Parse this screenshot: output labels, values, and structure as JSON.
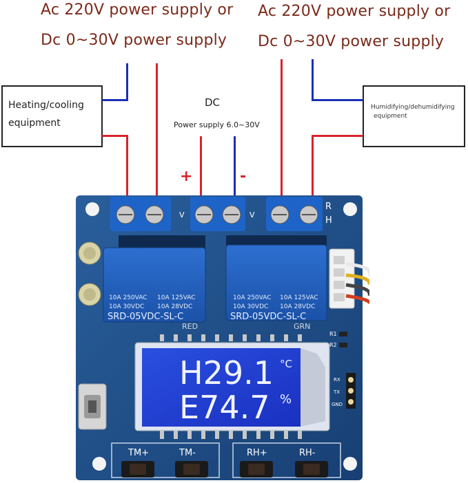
{
  "supply_left": {
    "line1": "Ac 220V power supply or",
    "line2": "Dc 0~30V power supply"
  },
  "supply_right": {
    "line1": "Ac 220V power supply or",
    "line2": "Dc 0~30V power supply"
  },
  "left_box": {
    "line1": "Heating/cooling",
    "line2": "equipment"
  },
  "right_box": {
    "line1": "Humidifying/dehumidifying",
    "line2": "equipment"
  },
  "dc": {
    "title": "DC",
    "subtitle": "Power supply 6.0~30V",
    "plus": "+",
    "minus": "-"
  },
  "board": {
    "terminal_label_1": "V",
    "terminal_label_2": "V",
    "rh_label": "R\nH",
    "relay_left": {
      "line1a": "10A 250VAC",
      "line1b": "10A 125VAC",
      "line2a": "10A 30VDC",
      "line2b": "10A 28VDC",
      "model": "SRD-05VDC-SL-C"
    },
    "relay_right": {
      "line1a": "10A 250VAC",
      "line1b": "10A 125VAC",
      "line2a": "10A 30VDC",
      "line2b": "10A 28VDC",
      "model": "SRD-05VDC-SL-C"
    },
    "led_left": "RED",
    "led_right": "GRN",
    "r1": "R1",
    "r2": "R2",
    "lcd": {
      "line1": "H29.1",
      "unit1": "°C",
      "line2": "E74.7",
      "unit2": "%"
    },
    "pins": [
      "RX",
      "TX",
      "GND"
    ],
    "buttons": [
      "TM+",
      "TM-",
      "RH+",
      "RH-"
    ]
  },
  "colors": {
    "wire_red": "#d8232a",
    "wire_blue": "#1a2fb5",
    "pcb": "#1d4d86",
    "lcd_bg": "#1f3bd0",
    "supply_text": "#7a2a1a"
  }
}
